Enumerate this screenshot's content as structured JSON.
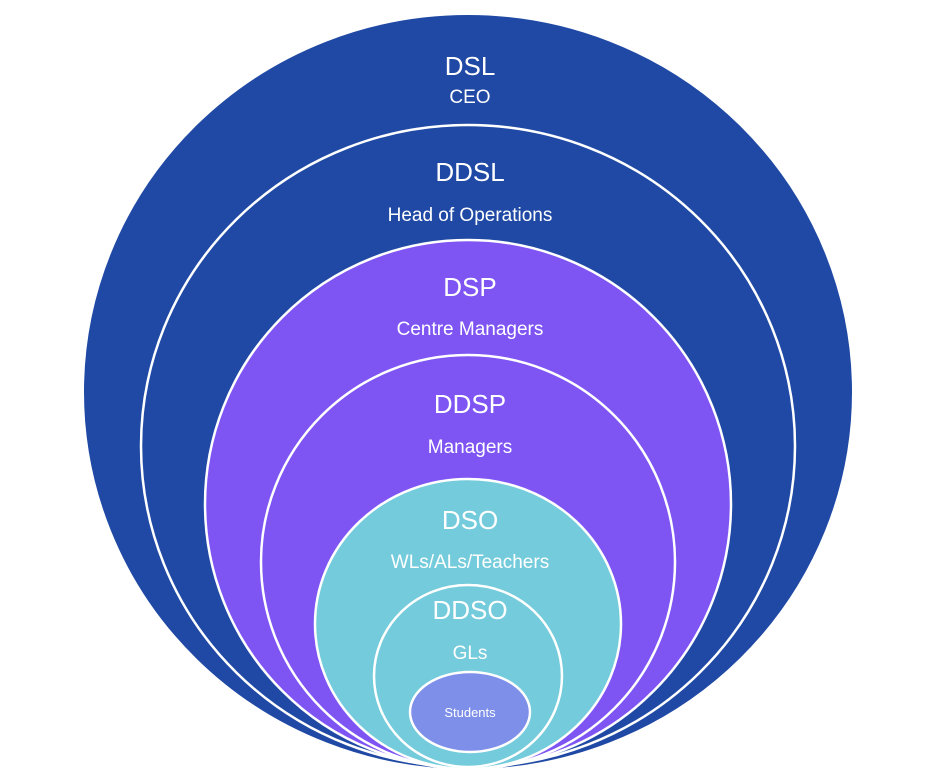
{
  "colors": {
    "dark_blue": "#1f49a4",
    "purple": "#7e55f3",
    "teal": "#74cbdb",
    "lavender": "#7d8fe8",
    "ring_border": "#ffffff",
    "text": "#ffffff"
  },
  "layers": [
    {
      "id": "dsl",
      "title": "DSL",
      "subtitle": "CEO"
    },
    {
      "id": "ddsl",
      "title": "DDSL",
      "subtitle": "Head of Operations"
    },
    {
      "id": "dsp",
      "title": "DSP",
      "subtitle": "Centre Managers"
    },
    {
      "id": "ddsp",
      "title": "DDSP",
      "subtitle": "Managers"
    },
    {
      "id": "dso",
      "title": "DSO",
      "subtitle": "WLs/ALs/Teachers"
    },
    {
      "id": "ddso",
      "title": "DDSO",
      "subtitle": "GLs"
    },
    {
      "id": "students",
      "title": "Students",
      "subtitle": ""
    }
  ]
}
